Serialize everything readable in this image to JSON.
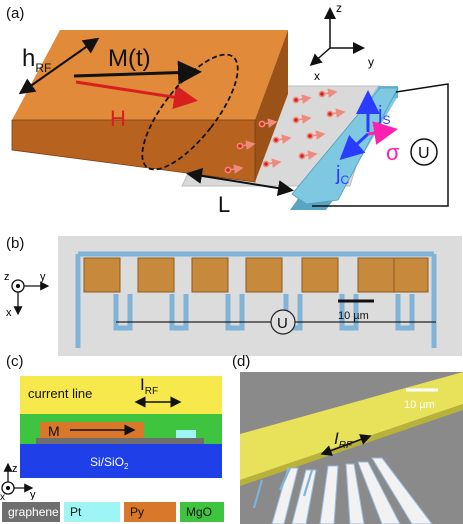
{
  "panels": {
    "a": {
      "label": "(a)",
      "h_rf": "h",
      "h_rf_sub": "RF",
      "magnetization": "M(t)",
      "field": "H",
      "length": "L",
      "js": "j",
      "js_sub": "S",
      "jc": "j",
      "jc_sub": "C",
      "sigma": "σ",
      "voltage": "U",
      "axes": {
        "z": "z",
        "x": "x",
        "y": "y"
      }
    },
    "b": {
      "label": "(b)",
      "voltage": "U",
      "scalebar": "10 µm",
      "axes": {
        "z": "z",
        "x": "x",
        "y": "y"
      }
    },
    "c": {
      "label": "(c)",
      "current_line": "current line",
      "i_rf": "I",
      "i_rf_sub": "RF",
      "magnet": "M",
      "substrate": "Si/SiO",
      "substrate_sub": "2",
      "axes": {
        "z": "z",
        "x": "x",
        "y": "y"
      }
    },
    "d": {
      "label": "(d)",
      "scalebar": "10 µm",
      "i_rf": "I",
      "i_rf_sub": "RF"
    }
  },
  "legend": [
    {
      "label": "graphene",
      "color": "#6e6e6e",
      "text_color": "#ffffff"
    },
    {
      "label": "Pt",
      "color": "#9ff4f4",
      "text_color": "#111111"
    },
    {
      "label": "Py",
      "color": "#d9772a",
      "text_color": "#111111"
    },
    {
      "label": "MgO",
      "color": "#3ec43e",
      "text_color": "#111111"
    }
  ],
  "colors": {
    "permalloy": "#cc7a32",
    "platinum": "#79c3de",
    "graphene": "#d8d8d8",
    "current_line": "#f7e84b",
    "mgo": "#3ec43e",
    "substrate": "#1f3fe8",
    "spin_current": "#2a3cff",
    "sigma": "#ff1fb0",
    "field": "#d81f1f"
  }
}
